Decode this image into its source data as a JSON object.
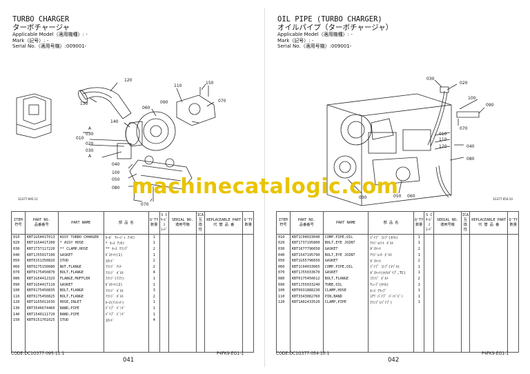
{
  "watermark": "machinecatalogic.com",
  "left": {
    "title_en": "TURBO CHARGER",
    "title_jp": "ターボチャージャ",
    "applicable_model": "Applicable Model（適用機種）: -",
    "mark": "Mark（記号）: -",
    "serial": "Serial No.（適用号機）:009001-",
    "diagram_id": "1G377-095-11",
    "callouts": [
      "120",
      "130",
      "110",
      "150",
      "060",
      "090",
      "070",
      "140",
      "010",
      "030",
      "030",
      "020",
      "040",
      "100",
      "050",
      "080",
      "070",
      "A",
      "A"
    ],
    "headers": {
      "item": "ITEM\n符号",
      "part_no": "PART NO.\n品番番号",
      "part_name": "PART NAME",
      "jp_name": "部 品 名",
      "qty": "Q'TY\n数量",
      "sc": "S C\nｻｰﾋﾞｽ\nｺｰﾄﾞ",
      "serial": "SERIAL NO.\n適用号機",
      "ica": "ICA\n互\n換\n性",
      "replaceable": "REPLACEABLE PART\n代 替 品 番",
      "qty2": "Q'TY\n数量"
    },
    "rows": [
      {
        "item": "010",
        "part_no": "KBT1G5441T013",
        "name": "ASSY TURBO CHARGER",
        "jp": "ﾀｰﾎﾞ ﾁｬｰｼﾞｬ ｱｯｾﾝ",
        "qty": "1"
      },
      {
        "item": "020",
        "part_no": "KBT1G5441T200",
        "name": "* ASSY HOSE",
        "jp": "* ﾎｰｽ ｱｯｾﾝ",
        "qty": "1"
      },
      {
        "item": "030",
        "part_no": "KBT1T37117220",
        "name": "** CLAMP,HOSE",
        "jp": "** ﾎｰｽ ｸﾗﾝﾌﾟ",
        "qty": "2"
      },
      {
        "item": "040",
        "part_no": "KBT1J5501T100",
        "name": "GASKET",
        "jp": "ｶﾞｽｹｯﾄ(1)",
        "qty": "1"
      },
      {
        "item": "050",
        "part_no": "KBT015135082O",
        "name": "STUD",
        "jp": "ｽﾀｯﾄﾞ",
        "qty": "2"
      },
      {
        "item": "060",
        "part_no": "KBT0275150080",
        "name": "NUT,FLANGE",
        "jp": "ﾌﾗﾝｼﾞ ﾅｯﾄ",
        "qty": "2"
      },
      {
        "item": "070",
        "part_no": "KBT0175450870",
        "name": "BOLT,FLANGE",
        "jp": "ﾌﾗﾝｼﾞ ﾎﾞﾙﾄ",
        "qty": "4"
      },
      {
        "item": "080",
        "part_no": "KBT1G5441232O",
        "name": "FLANGE,MUFFLER",
        "jp": "ﾌﾗﾝｼﾞ(ﾏﾌﾗ)",
        "qty": "1"
      },
      {
        "item": "090",
        "part_no": "KBT1G5441T110",
        "name": "GASKET",
        "jp": "ｶﾞｽｹｯﾄ(2)",
        "qty": "1"
      },
      {
        "item": "100",
        "part_no": "KBT0175450835",
        "name": "BOLT,FLANGE",
        "jp": "ﾌﾗﾝｼﾞ ﾎﾞﾙﾄ",
        "qty": "3"
      },
      {
        "item": "110",
        "part_no": "KBT0175450825",
        "name": "BOLT,FLANGE",
        "jp": "ﾌﾗﾝｼﾞ ﾎﾞﾙﾄ",
        "qty": "2"
      },
      {
        "item": "120",
        "part_no": "KBT1G5501163O",
        "name": "HOSE,INLET",
        "jp": "ﾎｰｽ(ｲﾝﾚｯﾄ)",
        "qty": "1"
      },
      {
        "item": "130",
        "part_no": "KBT3546674460",
        "name": "BAND,PIPE",
        "jp": "ﾊﾟｲﾌﾟ ﾊﾞﾝﾄﾞ",
        "qty": "1"
      },
      {
        "item": "140",
        "part_no": "KBT1540111720",
        "name": "BAND,PIPE",
        "jp": "ﾊﾟｲﾌﾟ ﾊﾞﾝﾄﾞ",
        "qty": "1"
      },
      {
        "item": "150",
        "part_no": "KBT0151761025",
        "name": "STUD",
        "jp": "ｽﾀｯﾄﾞ",
        "qty": "4"
      }
    ],
    "code": "CODE:DC1G377-095-11-1",
    "page": "041",
    "ref": "P4FK9-EG1-1"
  },
  "right": {
    "title_en": "OIL PIPE (TURBO CHARGER)",
    "title_jp": "オイルパイプ（ターボチャージャ）",
    "applicable_model": "Applicable Model（適用機種）: -",
    "mark": "Mark（記号）: -",
    "serial": "Serial No.（適用号機）:009001-",
    "diagram_id": "1G377-054-10",
    "callouts": [
      "030",
      "020",
      "100",
      "090",
      "010",
      "110",
      "120",
      "070",
      "040",
      "080",
      "050",
      "060",
      "030"
    ],
    "headers": {
      "item": "ITEM\n符号",
      "part_no": "PART NO.\n品番番号",
      "part_name": "PART NAME",
      "jp_name": "部 品 名",
      "qty": "Q'TY\n数量",
      "sc": "S C\nｻｰﾋﾞｽ\nｺｰﾄﾞ",
      "serial": "SERIAL NO.\n適用号機",
      "ica": "ICA\n互\n換\n性",
      "replaceable": "REPLACEABLE PART\n代 替 品 番",
      "qty2": "Q'TY\n数量"
    },
    "rows": [
      {
        "item": "010",
        "part_no": "KBT1C04033040",
        "name": "COMP.PIPE,OIL",
        "jp": "ﾊﾟｲﾌﾟ ｺﾝﾌﾟ(ｵｲﾙ)",
        "qty": "1"
      },
      {
        "item": "020",
        "part_no": "KBT1737195800",
        "name": "BOLT,EYE JOINT",
        "jp": "ｱｲｼﾞｮｲﾝﾄ ﾎﾞﾙﾄ",
        "qty": "1"
      },
      {
        "item": "030",
        "part_no": "KBT1677796650",
        "name": "GASKET",
        "jp": "ｶﾞｽｹｯﾄ",
        "qty": "2"
      },
      {
        "item": "040",
        "part_no": "KBT1547195790",
        "name": "BOLT,EYE JOINT",
        "jp": "ｱｲｼﾞｮﾝﾄ ﾎﾞﾙﾄ",
        "qty": "1"
      },
      {
        "item": "050",
        "part_no": "KBT1G55796650",
        "name": "GASKET",
        "jp": "ｶﾞｽｹｯﾄ",
        "qty": "2"
      },
      {
        "item": "060",
        "part_no": "KBT1C04033065",
        "name": "COMP.PIPE,OIL",
        "jp": "ﾊﾟｲﾌﾟ ｺﾝﾌﾟ(ｽﾍﾟﾙ)",
        "qty": "1"
      },
      {
        "item": "070",
        "part_no": "KBT1J55033670",
        "name": "GASKET",
        "jp": "ｶﾞｽｹｯﾄ(ｵｲﾙﾊﾟｲﾌﾟ,TC)",
        "qty": "1"
      },
      {
        "item": "080",
        "part_no": "KBT0175450612",
        "name": "BOLT,FLANGE",
        "jp": "ﾌﾗﾝｼﾞ ﾎﾞﾙﾄ",
        "qty": "2"
      },
      {
        "item": "090",
        "part_no": "KBT1J55033240",
        "name": "TUBE,OIL",
        "jp": "ﾁｭｰﾌﾞ(ｵｲﾙ)",
        "qty": "1"
      },
      {
        "item": "100",
        "part_no": "KBT0931888230",
        "name": "CLAMP,HOSE",
        "jp": "ﾎｰｽ ｸﾘｯﾌﾟ",
        "qty": "1"
      },
      {
        "item": "110",
        "part_no": "KBT3343082760",
        "name": "PIN,BAND",
        "jp": "ﾕｱﾂ ﾊﾟｲﾌﾟ ﾊﾞﾝﾄﾞﾋﾟﾝ",
        "qty": "1"
      },
      {
        "item": "120",
        "part_no": "KBT1A02433520",
        "name": "CLAMP,PIPE",
        "jp": "ｸﾗﾝﾌﾟ(ﾊﾟｲﾌﾟ)",
        "qty": "1"
      }
    ],
    "code": "CODE:DC1G377-054-10-1",
    "page": "042",
    "ref": "P4FK9-EG1-1"
  }
}
